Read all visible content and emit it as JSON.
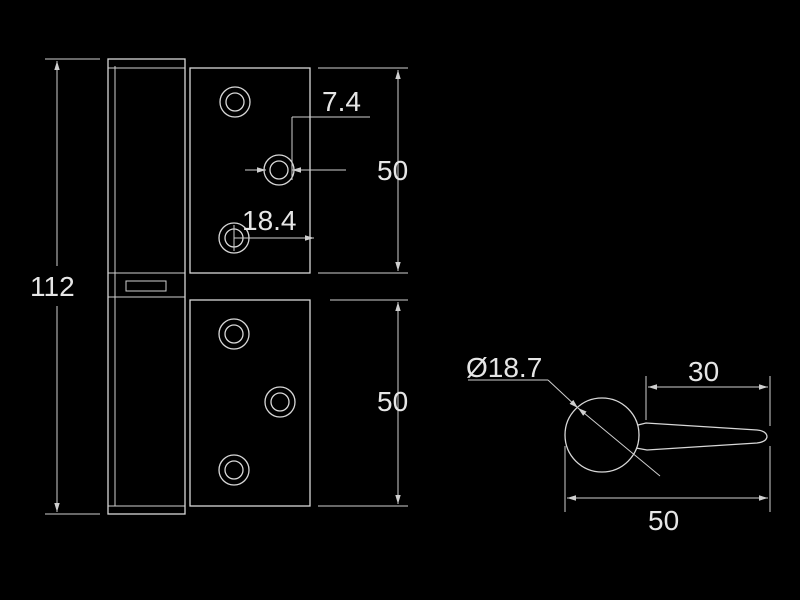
{
  "drawing": {
    "front_view": {
      "overall_height": "112",
      "upper_leaf_height": "50",
      "lower_leaf_height": "50",
      "hole_offset_x": "7.4",
      "hole_offset_y": "18.4"
    },
    "end_view": {
      "knuckle_diameter": "Ø18.7",
      "leaf_length": "30",
      "overall_width": "50"
    }
  }
}
